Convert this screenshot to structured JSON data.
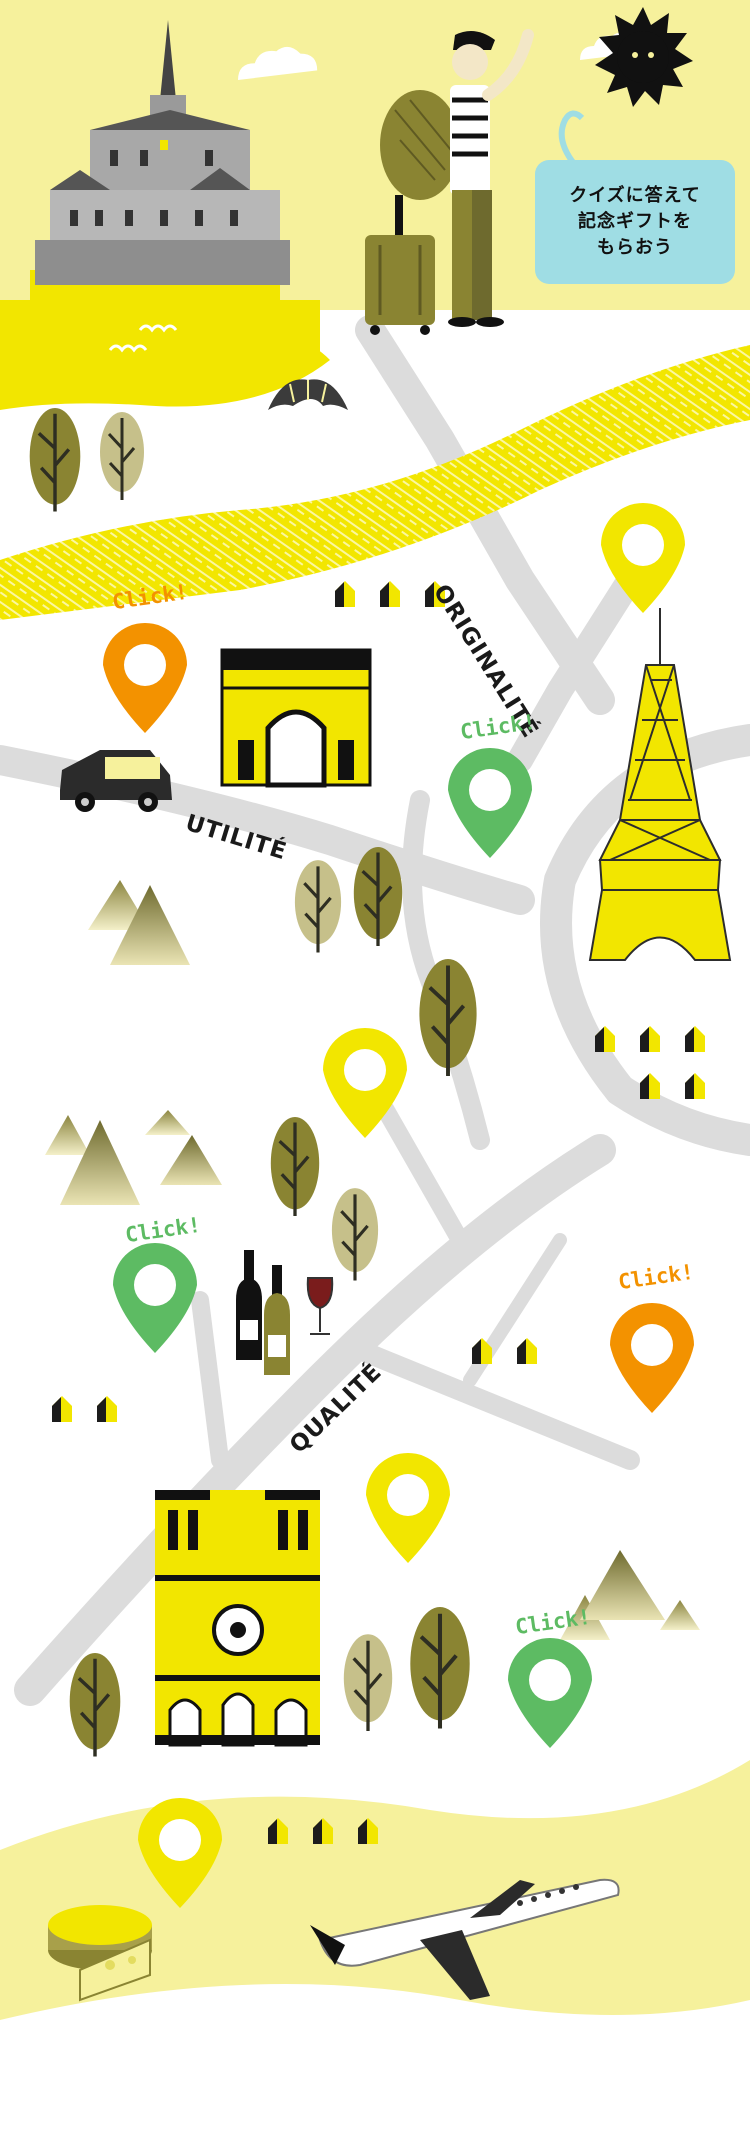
{
  "speech_bubble": {
    "line1": "クイズに答えて",
    "line2": "記念ギフトを",
    "line3": "もらおう"
  },
  "streets": {
    "originalite": "ORIGINALITÉ",
    "utilite": "UTILITÉ",
    "qualite": "QUALITÉ"
  },
  "click_label": "Click!",
  "colors": {
    "sky_yellow": "#f6f19c",
    "accent_yellow": "#f2e600",
    "orange": "#f39200",
    "green": "#5dbb63",
    "road_gray": "#dcdcdc",
    "olive": "#8a8432",
    "bubble_blue": "#9fdde4"
  },
  "icons": [
    "sun-icon",
    "castle-icon",
    "traveler-icon",
    "suitcase-icon",
    "croissant-icon",
    "map-pin-icon",
    "arc-de-triomphe-icon",
    "taxi-icon",
    "eiffel-tower-icon",
    "wine-bottle-icon",
    "wine-glass-icon",
    "notre-dame-icon",
    "cheese-icon",
    "airplane-icon",
    "tree-icon",
    "mountain-icon",
    "house-icon",
    "cloud-icon"
  ]
}
